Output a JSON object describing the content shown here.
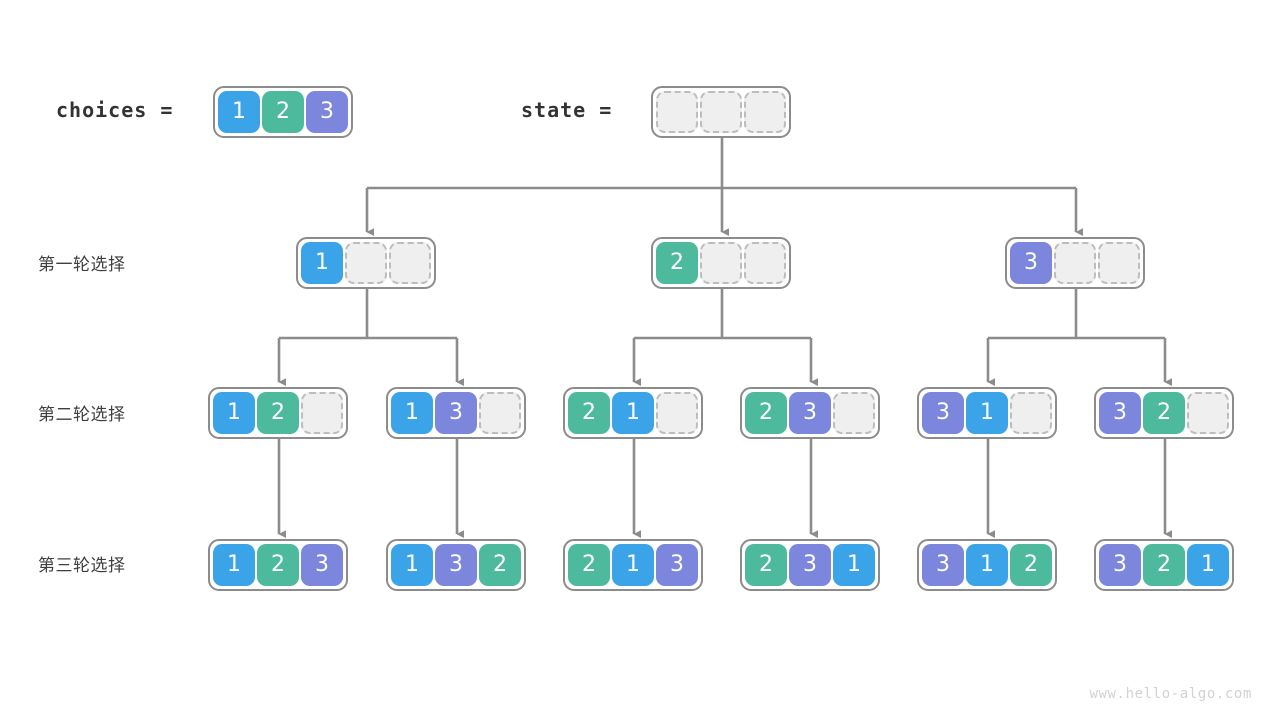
{
  "page": {
    "watermark": "www.hello-algo.com",
    "bg_color": "#ffffff",
    "line_color": "#8c8c8c"
  },
  "palette": {
    "1": "#3ba4e8",
    "2": "#4dba9e",
    "3": "#7b86dc",
    "empty_fill": "#efefef",
    "empty_border": "#bdbdbd",
    "node_border": "#8c8c8c"
  },
  "header": {
    "choices_label": "choices  =",
    "choices_values": [
      "1",
      "2",
      "3"
    ],
    "state_label": "state  =",
    "state_values": [
      "",
      "",
      ""
    ]
  },
  "rows": [
    {
      "label": "第一轮选择"
    },
    {
      "label": "第二轮选择"
    },
    {
      "label": "第三轮选择"
    }
  ],
  "tree": {
    "level1": [
      {
        "values": [
          "1",
          "",
          ""
        ]
      },
      {
        "values": [
          "2",
          "",
          ""
        ]
      },
      {
        "values": [
          "3",
          "",
          ""
        ]
      }
    ],
    "level2": [
      {
        "values": [
          "1",
          "2",
          ""
        ]
      },
      {
        "values": [
          "1",
          "3",
          ""
        ]
      },
      {
        "values": [
          "2",
          "1",
          ""
        ]
      },
      {
        "values": [
          "2",
          "3",
          ""
        ]
      },
      {
        "values": [
          "3",
          "1",
          ""
        ]
      },
      {
        "values": [
          "3",
          "2",
          ""
        ]
      }
    ],
    "level3": [
      {
        "values": [
          "1",
          "2",
          "3"
        ]
      },
      {
        "values": [
          "1",
          "3",
          "2"
        ]
      },
      {
        "values": [
          "2",
          "1",
          "3"
        ]
      },
      {
        "values": [
          "2",
          "3",
          "1"
        ]
      },
      {
        "values": [
          "3",
          "1",
          "2"
        ]
      },
      {
        "values": [
          "3",
          "2",
          "1"
        ]
      }
    ]
  }
}
